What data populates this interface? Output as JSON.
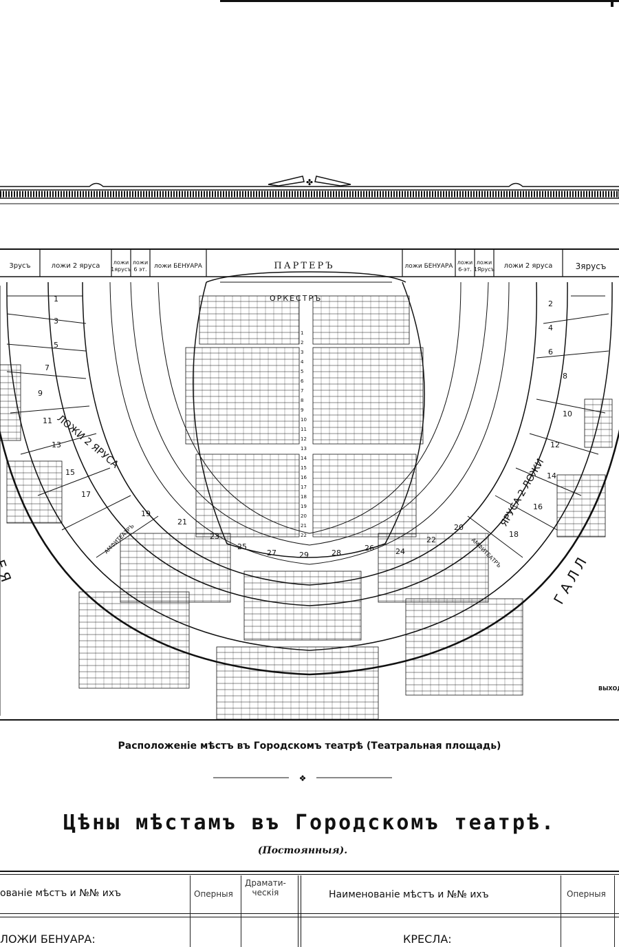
{
  "plan": {
    "headers": {
      "tier3_left": "3русъ",
      "boxes2_left": "ложи 2 яруса",
      "boxes_left_1": "ложи\n1ярусъ",
      "boxes_left_2": "ложи\n6 эт.",
      "benoir_left": "ложи БЕНУАРА",
      "parterre": "ПАРТЕРЪ",
      "benoir_right": "ложи БЕНУАРА",
      "boxes_right_1": "ложи\n6-эт.",
      "boxes_right_2": "ложи\n1Ярусъ",
      "boxes2_right": "ложи 2 яруса",
      "tier3_right": "3ярусъ"
    },
    "orchestra_label": "ОРКЕСТРЪ",
    "left_tier_label": [
      "ЛОЖИ",
      "2",
      "ЯРУСА"
    ],
    "right_tier_label": [
      "ЯРУСА",
      "2",
      "ЛОЖИ"
    ],
    "gallery_left": "ГАЛЛЕРЕЯ",
    "gallery_left_visible": "ЕЯ",
    "gallery_right_visible": "ГАЛЛ",
    "amphitheatre_left": "АМФИТЕАТРЪ",
    "amphitheatre_right": "АМФИТЕАТРЪ",
    "exit_label": "ВЫХОДЪ",
    "left_box_numbers": [
      "1",
      "3",
      "5",
      "7",
      "9",
      "11",
      "13",
      "15",
      "17",
      "19",
      "21",
      "23",
      "25",
      "27",
      "29"
    ],
    "right_box_numbers": [
      "2",
      "4",
      "6",
      "8",
      "10",
      "12",
      "14",
      "16",
      "18",
      "20",
      "22",
      "24",
      "26",
      "28"
    ],
    "row_numbers": [
      "1",
      "2",
      "3",
      "4",
      "5",
      "6",
      "7",
      "8",
      "9",
      "10",
      "11",
      "12",
      "13",
      "14",
      "15",
      "16",
      "17",
      "18",
      "19",
      "20",
      "21",
      "22"
    ]
  },
  "caption": "Расположеніе мѣстъ въ Городскомъ театрѣ (Театральная площадь)",
  "price_title": "Цѣны мѣстамъ въ Городскомъ театрѣ.",
  "price_subtitle": "(Постоянныя).",
  "table": {
    "left_col_name": "ованіе мѣстъ и №№ ихъ",
    "left_col_opera": "Оперныя",
    "left_col_drama": "Драмати-\nческія",
    "right_col_name": "Наименованіе мѣстъ и №№ ихъ",
    "right_col_opera": "Оперныя",
    "row1_left": "ЛОЖИ БЕНУАРА:",
    "row1_right": "КРЕСЛА:"
  }
}
